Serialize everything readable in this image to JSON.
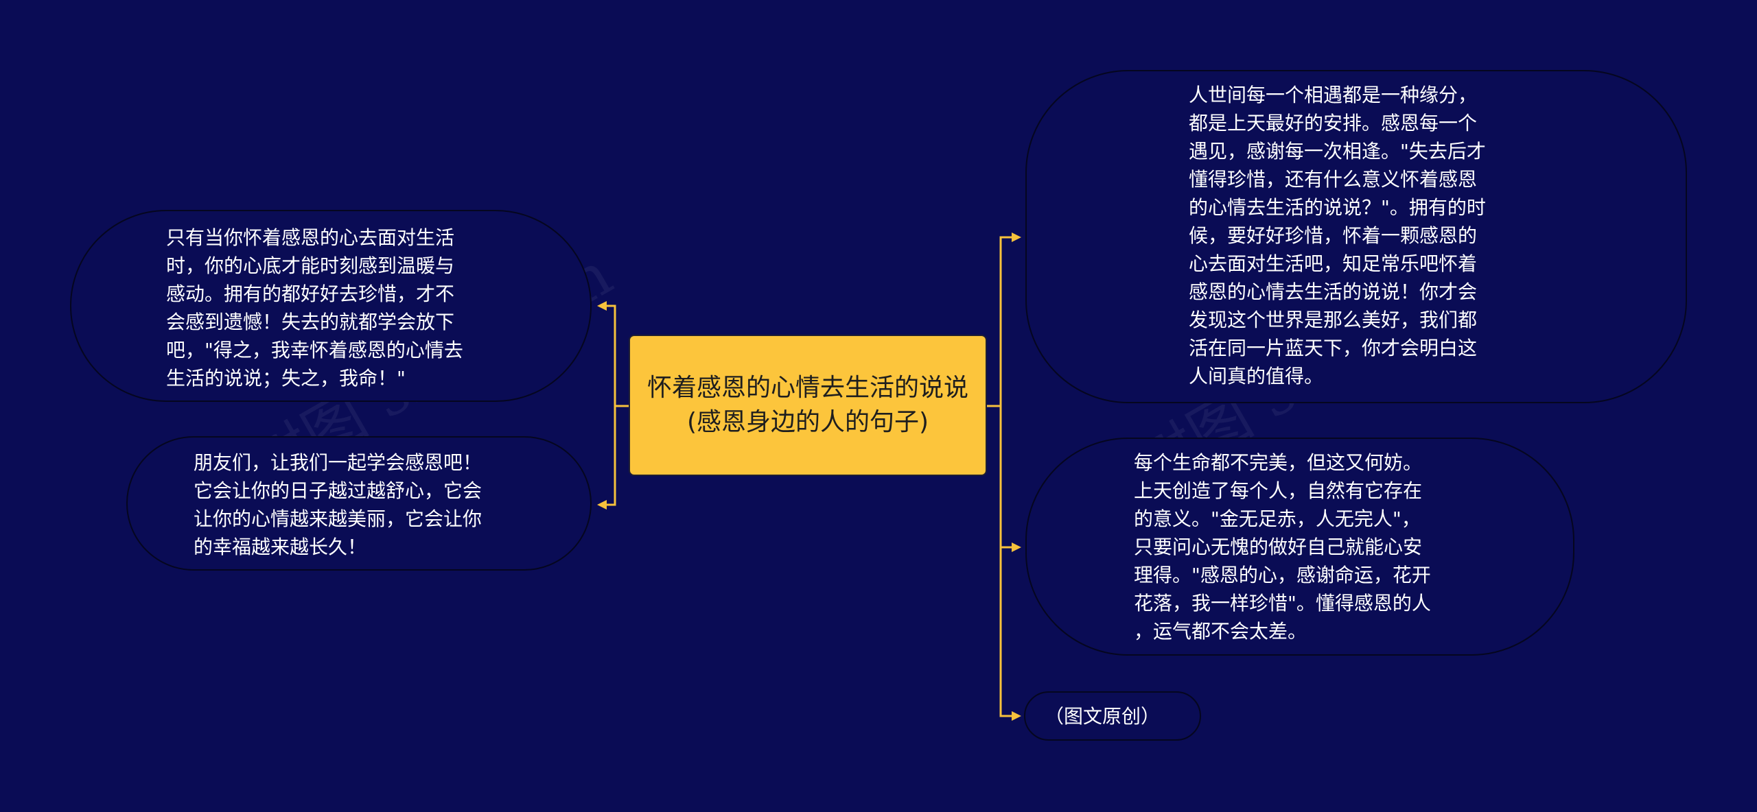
{
  "colors": {
    "background": "#0a0c55",
    "center_fill": "#fcc53c",
    "connector": "#f7c23c",
    "node_text": "#ffffff"
  },
  "watermark": "树图 shutu.cn",
  "center_topic": "怀着感恩的心情去生活的说说(感恩身边的人的句子)",
  "left_nodes": [
    {
      "text": " 只有当你怀着感恩的心去面对生活\n时，你的心底才能时刻感到温暖与\n感动。拥有的都好好去珍惜，才不\n会感到遗憾！失去的就都学会放下\n吧，\"得之，我幸怀着感恩的心情去\n生活的说说；失之，我命！\""
    },
    {
      "text": " 朋友们，让我们一起学会感恩吧！\n它会让你的日子越过越舒心，它会\n让你的心情越来越美丽，它会让你\n的幸福越来越长久！"
    }
  ],
  "right_nodes": [
    {
      "text": " 人世间每一个相遇都是一种缘分，\n都是上天最好的安排。感恩每一个\n遇见，感谢每一次相逢。\"失去后才\n懂得珍惜，还有什么意义怀着感恩\n的心情去生活的说说？\"。拥有的时\n候，要好好珍惜，怀着一颗感恩的\n心去面对生活吧，知足常乐吧怀着\n感恩的心情去生活的说说！你才会\n发现这个世界是那么美好，我们都\n活在同一片蓝天下，你才会明白这\n人间真的值得。"
    },
    {
      "text": " 每个生命都不完美，但这又何妨。\n上天创造了每个人，自然有它存在\n的意义。\"金无足赤，人无完人\"，\n只要问心无愧的做好自己就能心安\n理得。\"感恩的心，感谢命运，花开\n花落，我一样珍惜\"。懂得感恩的人\n，运气都不会太差。"
    },
    {
      "text": "（图文原创）"
    }
  ]
}
